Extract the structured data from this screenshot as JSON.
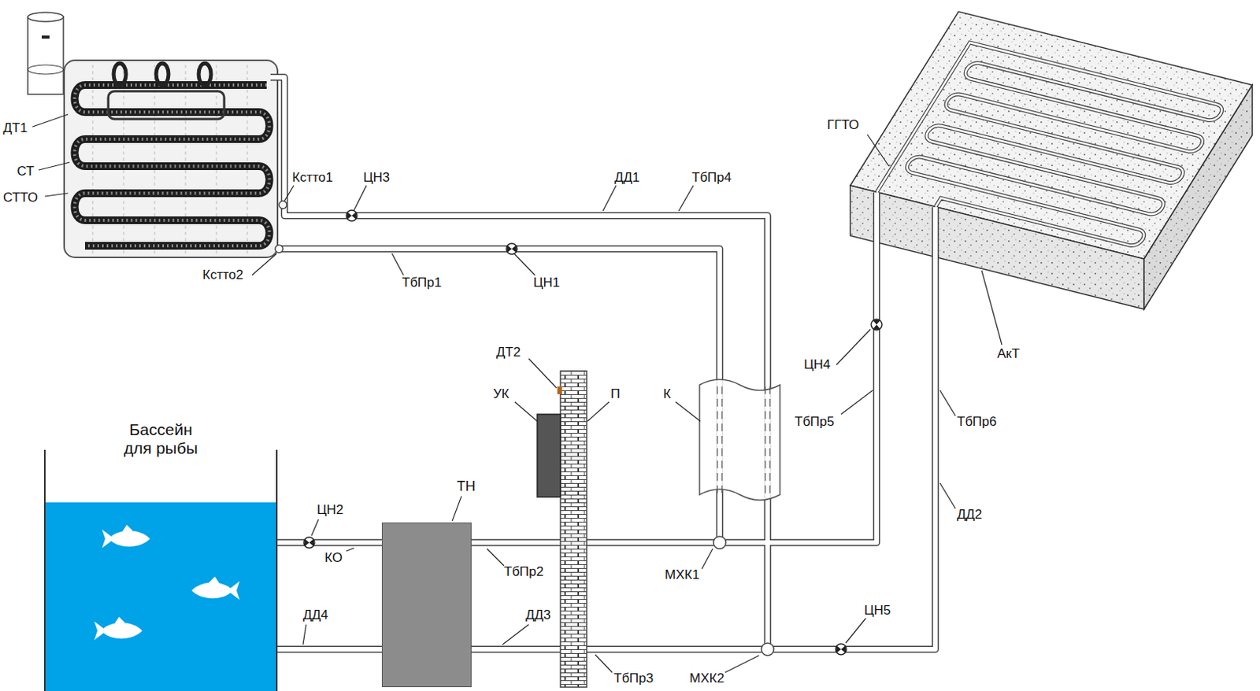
{
  "diagram": {
    "nodes": [
      {
        "text": [
          "Бассейн для рыбы"
        ]
      },
      {
        "text": [
          "ТН"
        ]
      }
    ],
    "edges": [
      {
        "from": 0,
        "to": 1,
        "arrow": "none"
      },
      {
        "from": 0,
        "to": 1,
        "arrow": "none"
      }
    ],
    "labels": [
      "ДТ1",
      "СТ",
      "СТТО",
      "Кстто1",
      "ЦН3",
      "ДД1",
      "ТбПр4",
      "Кстто2",
      "ТбПр1",
      "ЦН1",
      "ГГТО",
      "ЦН4",
      "ТбПр5",
      "ТбПр6",
      "ДД2",
      "АкТ",
      "ДТ2",
      "УК",
      "П",
      "К",
      "ЦН2",
      "КО",
      "ТбПр2",
      "МХК1",
      "ДД4",
      "ДД3",
      "ЦН5",
      "ТбПр3",
      "МХК2"
    ]
  }
}
